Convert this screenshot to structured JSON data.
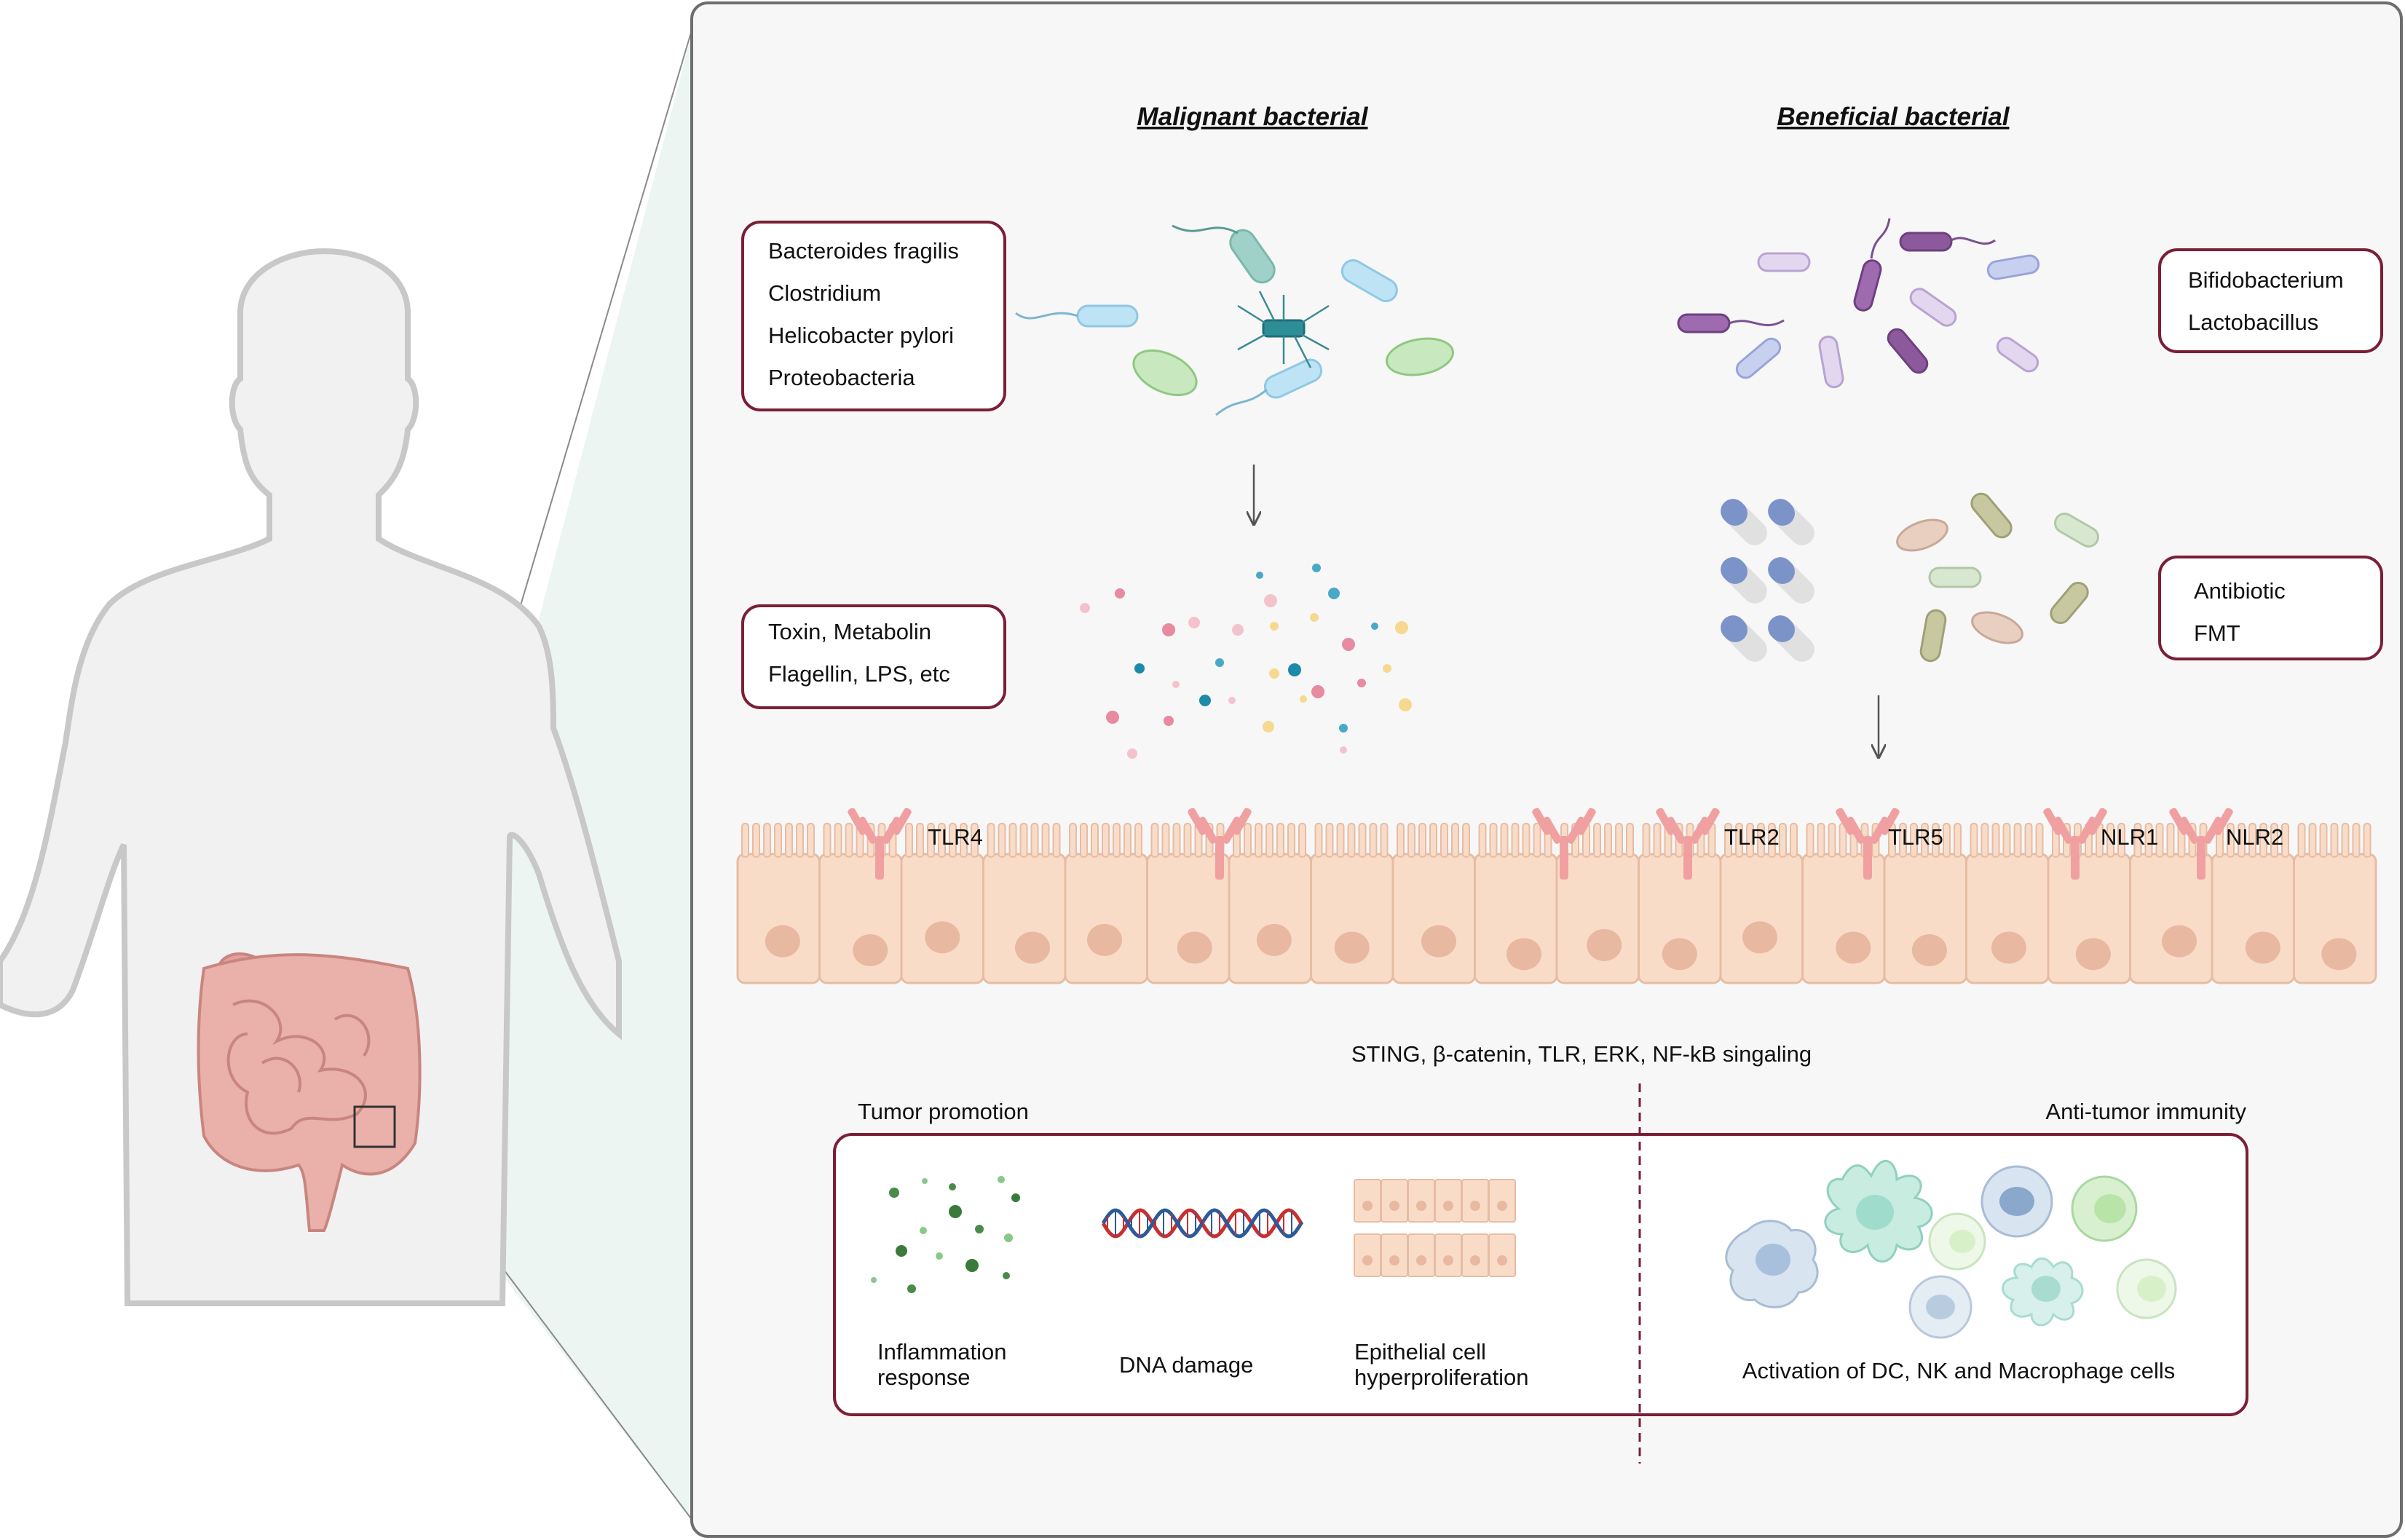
{
  "headings": {
    "malignant": "Malignant bacterial",
    "beneficial": "Beneficial bacterial"
  },
  "malignant_species": [
    "Bacteroides fragilis",
    "Clostridium",
    "Helicobacter pylori",
    "Proteobacteria"
  ],
  "malignant_products": [
    "Toxin, Metabolin",
    "Flagellin, LPS, etc"
  ],
  "beneficial_species": [
    "Bifidobacterium",
    "Lactobacillus"
  ],
  "interventions": [
    "Antibiotic",
    "FMT"
  ],
  "receptors": [
    "TLR4",
    "TLR2",
    "TLR5",
    "NLR1",
    "NLR2"
  ],
  "signaling": "STING, β-catenin, TLR, ERK, NF-kB singaling",
  "outcomes": {
    "tumor_promotion": "Tumor promotion",
    "anti_tumor": "Anti-tumor immunity",
    "inflammation": [
      "Inflammation",
      "response"
    ],
    "dna_damage": "DNA damage",
    "hyperproliferation": [
      "Epithelial cell",
      "hyperproliferation"
    ],
    "immune_activation": "Activation of DC, NK and Macrophage cells"
  },
  "colors": {
    "box_border": "#7a1f36",
    "receptor": "#f0a0a0",
    "epithelium": "#f9dcc8",
    "nucleus": "#e8b8a0",
    "silhouette": "#f1f1f1",
    "panel": "#f7f7f7"
  }
}
